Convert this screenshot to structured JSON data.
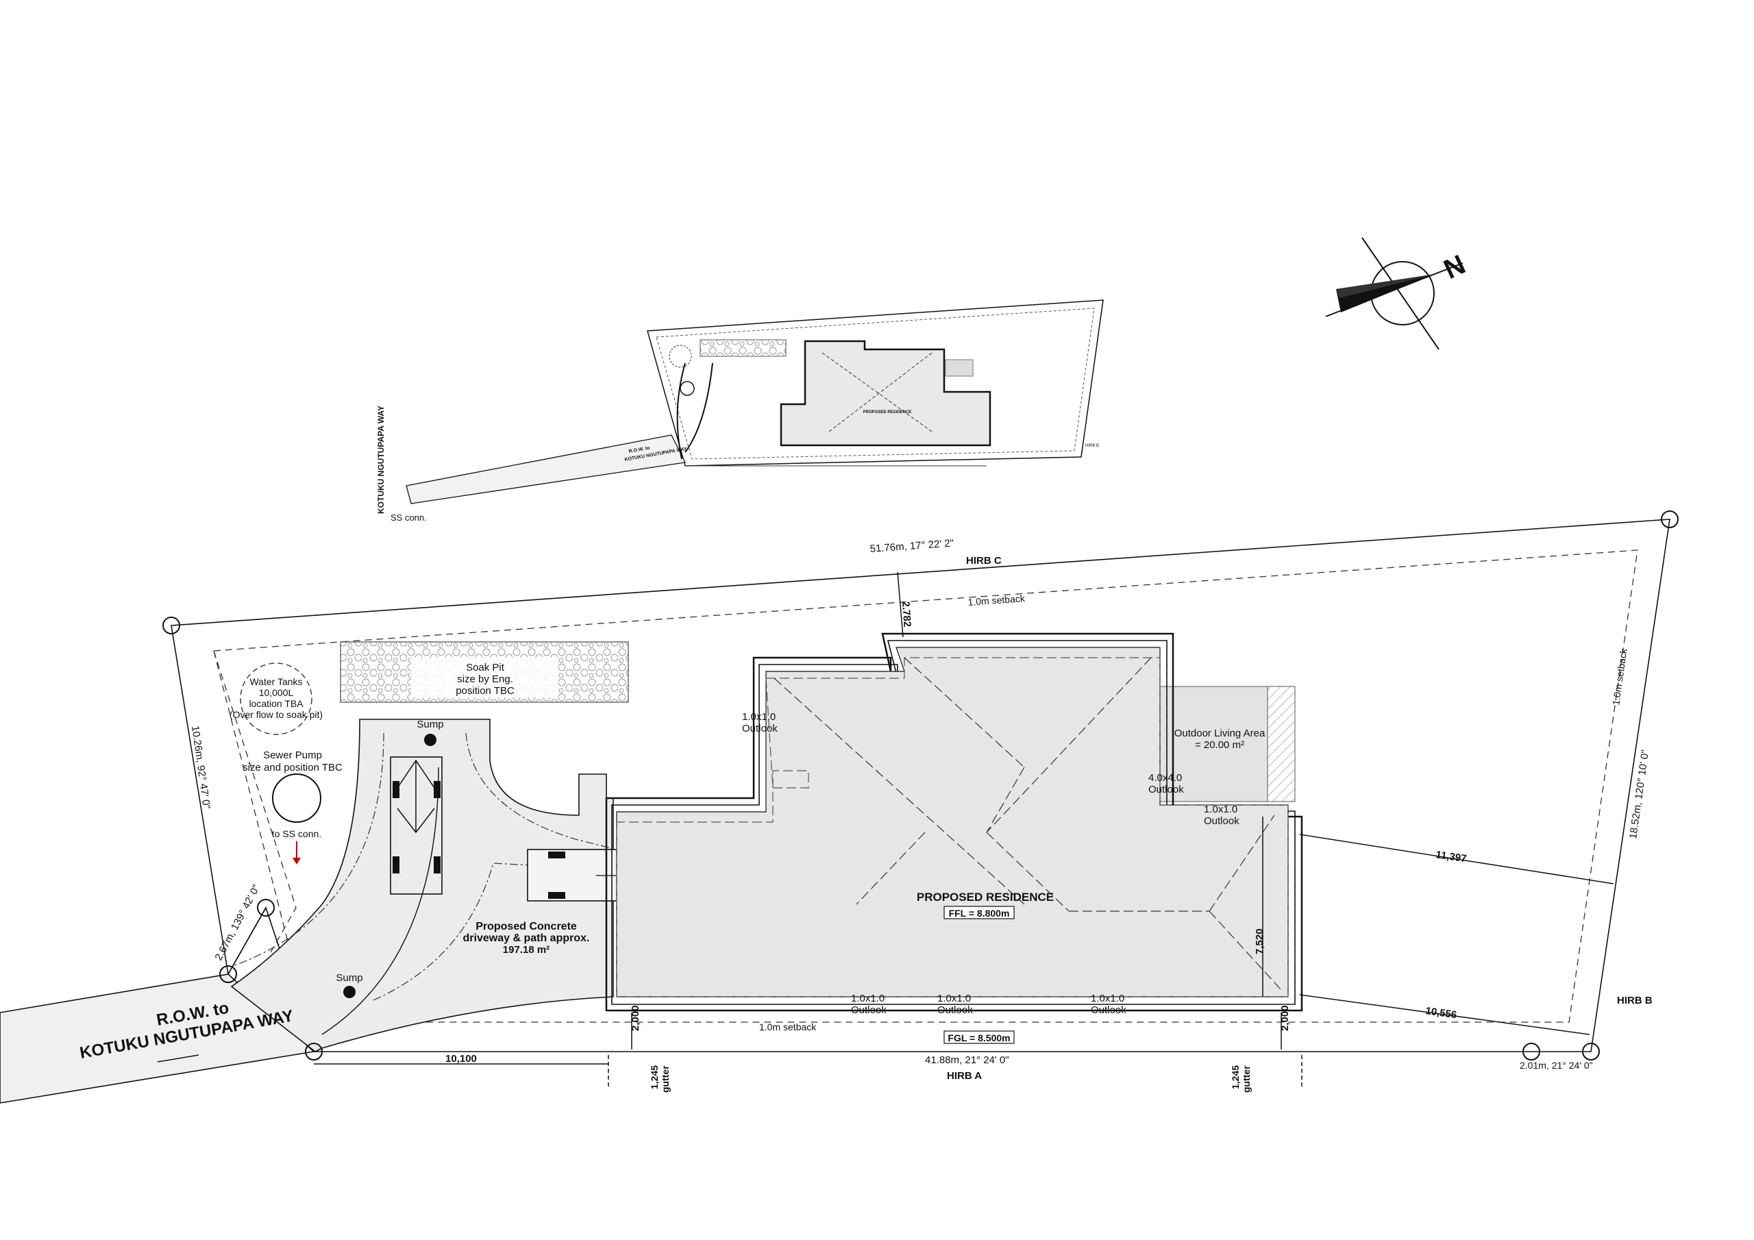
{
  "north": {
    "letter": "N"
  },
  "keyplan": {
    "road_label": "KOTUKU NGUTUPAPA WAY",
    "ss_conn": "SS conn.",
    "row_label_1": "R.O.W. to",
    "row_label_2": "KOTUKU NGUTUPAPA WAY",
    "residence": "PROPOSED RESIDENCE",
    "hirb_b": "HIRB B"
  },
  "boundaries": {
    "top": "51.76m, 17° 22' 2\"",
    "left": "10.26m, 92° 47' 0\"",
    "left_lower": "2.67m, 139° 42' 0\"",
    "right": "18.52m, 120° 10' 0\"",
    "bottom": "41.88m, 21° 24' 0\"",
    "bottom_right": "2.01m, 21° 24' 0\""
  },
  "hirb": {
    "a": "HIRB A",
    "b": "HIRB B",
    "c": "HIRB C"
  },
  "setbacks": {
    "top": "1.0m setback",
    "right": "1.0m setback",
    "bottom": "1.0m setback"
  },
  "features": {
    "soak_pit": [
      "Soak Pit",
      "size by Eng.",
      "position TBC"
    ],
    "water_tanks": [
      "Water Tanks",
      "10,000L",
      "location TBA",
      "(Over flow to soak pit)"
    ],
    "sewer_pump": [
      "Sewer Pump",
      "size and position TBC"
    ],
    "to_ss_conn": "to SS conn.",
    "sump_1": "Sump",
    "sump_2": "Sump",
    "driveway": [
      "Proposed Concrete",
      "driveway & path approx.",
      "197.18 m²"
    ],
    "outdoor_living": [
      "Outdoor Living Area",
      "= 20.00 m²"
    ],
    "outlook_a": [
      "1.0x1.0",
      "Outlook"
    ],
    "outlook_b": [
      "4.0x4.0",
      "Outlook"
    ],
    "outlook_c": [
      "1.0x1.0",
      "Outlook"
    ],
    "outlook_d": [
      "1.0x1.0",
      "Outlook"
    ],
    "outlook_e": [
      "1.0x1.0",
      "Outlook"
    ],
    "outlook_f": [
      "1.0x1.0",
      "Outlook"
    ]
  },
  "residence": {
    "title": "PROPOSED RESIDENCE",
    "ffl": "FFL = 8.800m",
    "fgl": "FGL = 8.500m"
  },
  "row": {
    "line1": "R.O.W. to",
    "line2": "KOTUKU NGUTUPAPA WAY"
  },
  "dims": {
    "top_setback": "2.782",
    "right_upper": "11,397",
    "right_lower": "10,556",
    "height": "7,520",
    "left_bottom": "10,100",
    "gap_left": "2,000",
    "gap_right": "2,000",
    "gutter_left": "1,245",
    "gutter_right": "1,245",
    "gutter_word": "gutter"
  }
}
